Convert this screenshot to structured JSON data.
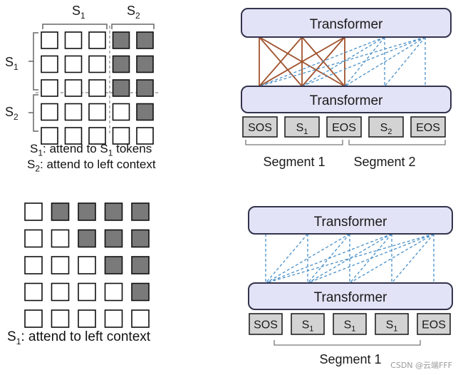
{
  "top_mask": {
    "header_labels": [
      {
        "base": "S",
        "sub": "1"
      },
      {
        "base": "S",
        "sub": "2"
      }
    ],
    "row_labels": [
      {
        "base": "S",
        "sub": "1"
      },
      {
        "base": "S",
        "sub": "2"
      }
    ],
    "grid": [
      [
        0,
        0,
        0,
        1,
        1
      ],
      [
        0,
        0,
        0,
        1,
        1
      ],
      [
        0,
        0,
        0,
        1,
        1
      ],
      [
        0,
        0,
        0,
        0,
        1
      ],
      [
        0,
        0,
        0,
        0,
        0
      ]
    ],
    "caption_line1": {
      "a": "S",
      "a_sub": "1",
      "b": ": attend to S",
      "b_sub": "1",
      "c": " tokens"
    },
    "caption_line2": {
      "a": "S",
      "a_sub": "2",
      "b": ": attend to left context"
    }
  },
  "bottom_mask": {
    "grid": [
      [
        0,
        1,
        1,
        1,
        1
      ],
      [
        0,
        0,
        1,
        1,
        1
      ],
      [
        0,
        0,
        0,
        1,
        1
      ],
      [
        0,
        0,
        0,
        0,
        1
      ],
      [
        0,
        0,
        0,
        0,
        0
      ]
    ],
    "caption": {
      "a": "S",
      "a_sub": "1",
      "b": ": attend to left context"
    }
  },
  "top_transformer": {
    "upper_label": "Transformer",
    "lower_label": "Transformer",
    "tokens": [
      {
        "base": "SOS",
        "sub": ""
      },
      {
        "base": "S",
        "sub": "1"
      },
      {
        "base": "EOS",
        "sub": ""
      },
      {
        "base": "S",
        "sub": "2"
      },
      {
        "base": "EOS",
        "sub": ""
      }
    ],
    "segments": [
      "Segment 1",
      "Segment 2"
    ]
  },
  "bottom_transformer": {
    "upper_label": "Transformer",
    "lower_label": "Transformer",
    "tokens": [
      {
        "base": "SOS",
        "sub": ""
      },
      {
        "base": "S",
        "sub": "1"
      },
      {
        "base": "S",
        "sub": "1"
      },
      {
        "base": "S",
        "sub": "1"
      },
      {
        "base": "EOS",
        "sub": ""
      }
    ],
    "segments": [
      "Segment 1"
    ]
  },
  "colors": {
    "transformer_fill": "#e3e3f7",
    "transformer_stroke": "#33334d",
    "token_fill": "#d3d3d3",
    "masked_cell": "#7a7a7a",
    "solid_link": "#a0522d",
    "dashed_link": "#4a90c8"
  },
  "watermark": "CSDN @云端FFF"
}
